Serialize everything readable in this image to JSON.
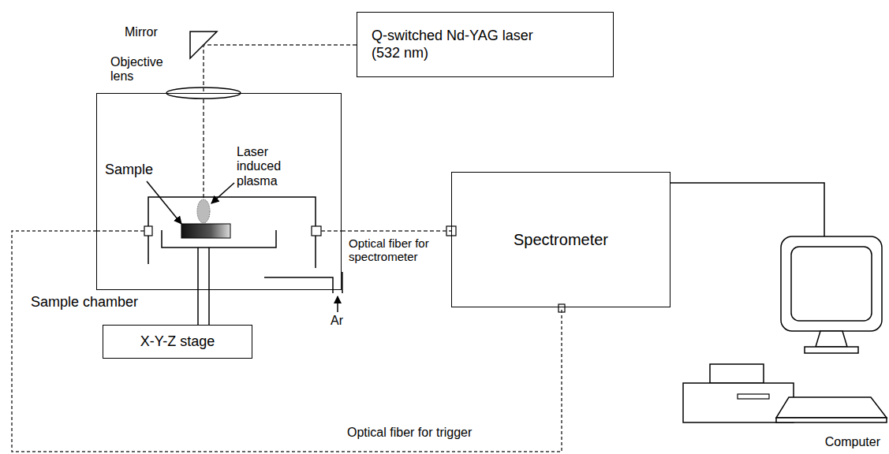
{
  "diagram": {
    "nodes": [
      {
        "text": [
          "Q-switched Nd-YAG laser (532 nm)"
        ]
      },
      {
        "text": [
          "Sample chamber"
        ]
      },
      {
        "text": [
          "X-Y-Z stage"
        ]
      },
      {
        "text": [
          "Spectrometer"
        ]
      },
      {
        "text": [
          "Computer"
        ]
      }
    ],
    "edges": [
      {
        "from": 0,
        "to": 1,
        "arrow": "none"
      },
      {
        "from": 1,
        "to": 3,
        "arrow": "none"
      },
      {
        "from": 1,
        "to": 3,
        "arrow": "none"
      },
      {
        "from": 3,
        "to": 4,
        "arrow": "none"
      }
    ],
    "labels": [
      "Mirror",
      "Objective lens",
      "Sample",
      "Laser induced plasma",
      "Ar",
      "Optical fiber for spectrometer",
      "Optical fiber for trigger"
    ]
  }
}
